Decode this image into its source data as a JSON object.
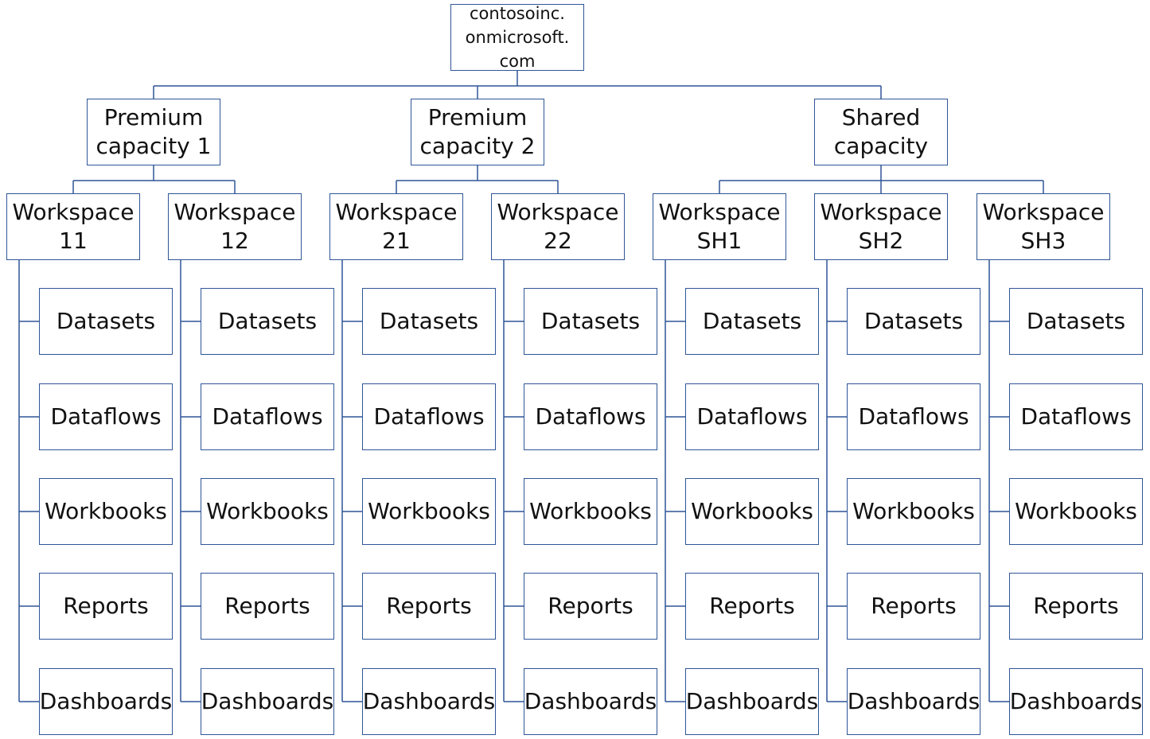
{
  "colors": {
    "line": "#2f5597",
    "text": "#111111",
    "background": "#ffffff"
  },
  "root": {
    "label": "contosoinc.\nonmicrosoft.\ncom"
  },
  "capacities": [
    {
      "label": "Premium\ncapacity 1",
      "workspaces": [
        {
          "label": "Workspace\n11",
          "items": [
            "Datasets",
            "Dataflows",
            "Workbooks",
            "Reports",
            "Dashboards"
          ]
        },
        {
          "label": "Workspace\n12",
          "items": [
            "Datasets",
            "Dataflows",
            "Workbooks",
            "Reports",
            "Dashboards"
          ]
        }
      ]
    },
    {
      "label": "Premium\ncapacity 2",
      "workspaces": [
        {
          "label": "Workspace\n21",
          "items": [
            "Datasets",
            "Dataflows",
            "Workbooks",
            "Reports",
            "Dashboards"
          ]
        },
        {
          "label": "Workspace\n22",
          "items": [
            "Datasets",
            "Dataflows",
            "Workbooks",
            "Reports",
            "Dashboards"
          ]
        }
      ]
    },
    {
      "label": "Shared\ncapacity",
      "workspaces": [
        {
          "label": "Workspace\nSH1",
          "items": [
            "Datasets",
            "Dataflows",
            "Workbooks",
            "Reports",
            "Dashboards"
          ]
        },
        {
          "label": "Workspace\nSH2",
          "items": [
            "Datasets",
            "Dataflows",
            "Workbooks",
            "Reports",
            "Dashboards"
          ]
        },
        {
          "label": "Workspace\nSH3",
          "items": [
            "Datasets",
            "Dataflows",
            "Workbooks",
            "Reports",
            "Dashboards"
          ]
        }
      ]
    }
  ]
}
